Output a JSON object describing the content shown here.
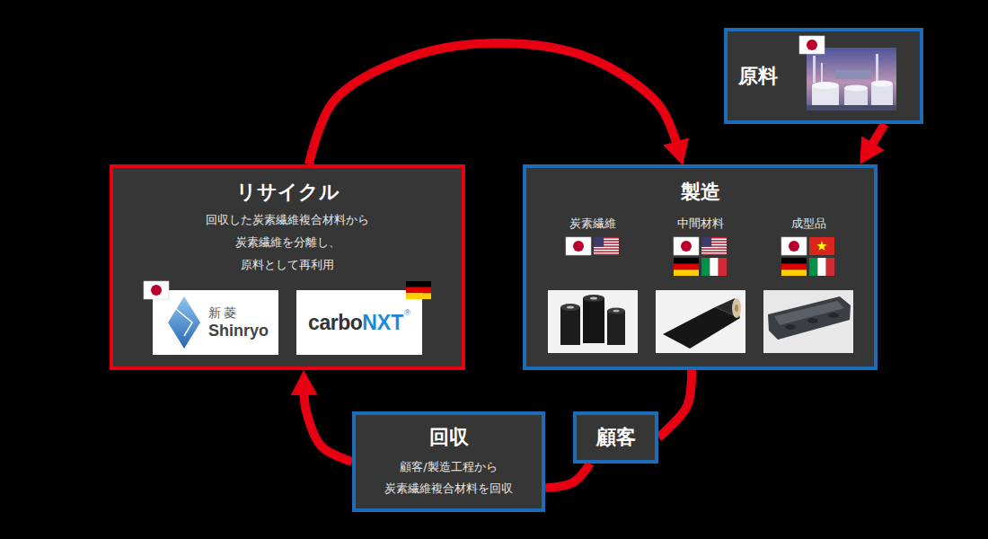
{
  "diagram": {
    "nodes": [
      {
        "text": [
          "原料"
        ]
      },
      {
        "text": [
          "リサイクル",
          "回収した炭素繊維複合材料から 炭素繊維を分離し、 原料として再利用"
        ]
      },
      {
        "text": [
          "新菱",
          "Shinryo"
        ],
        "in": 1
      },
      {
        "text": [
          "carbo",
          "NXT",
          "®"
        ],
        "in": 1
      },
      {
        "text": [
          "製造"
        ]
      },
      {
        "text": [
          "回収",
          "顧客/製造工程から 炭素繊維複合材料を回収"
        ]
      },
      {
        "text": [
          "顧客"
        ]
      }
    ],
    "edges": [
      {
        "from": 1,
        "to": 4,
        "arrow": "to"
      },
      {
        "from": 0,
        "to": 4,
        "arrow": "to"
      },
      {
        "from": 4,
        "to": 6,
        "arrow": "none"
      },
      {
        "from": 6,
        "to": 5,
        "arrow": "none"
      },
      {
        "from": 5,
        "to": 1,
        "arrow": "to"
      }
    ],
    "labels": [
      "炭素繊維",
      "中間材料",
      "成型品"
    ]
  }
}
